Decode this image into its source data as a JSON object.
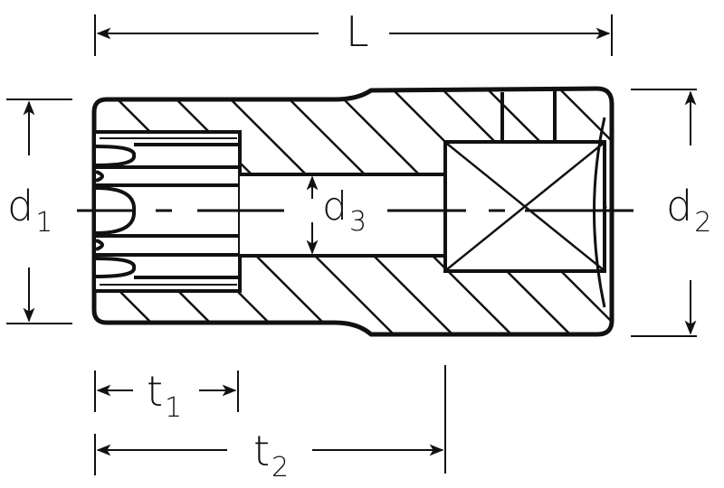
{
  "diagram": {
    "type": "technical-drawing",
    "subject": "socket cross-section",
    "line_color": "#111111",
    "background": "#ffffff"
  },
  "labels": {
    "L": {
      "main": "L",
      "sub": ""
    },
    "d1": {
      "main": "d",
      "sub": "1"
    },
    "d2": {
      "main": "d",
      "sub": "2"
    },
    "d3": {
      "main": "d",
      "sub": "3"
    },
    "t1": {
      "main": "t",
      "sub": "1"
    },
    "t2": {
      "main": "t",
      "sub": "2"
    }
  }
}
